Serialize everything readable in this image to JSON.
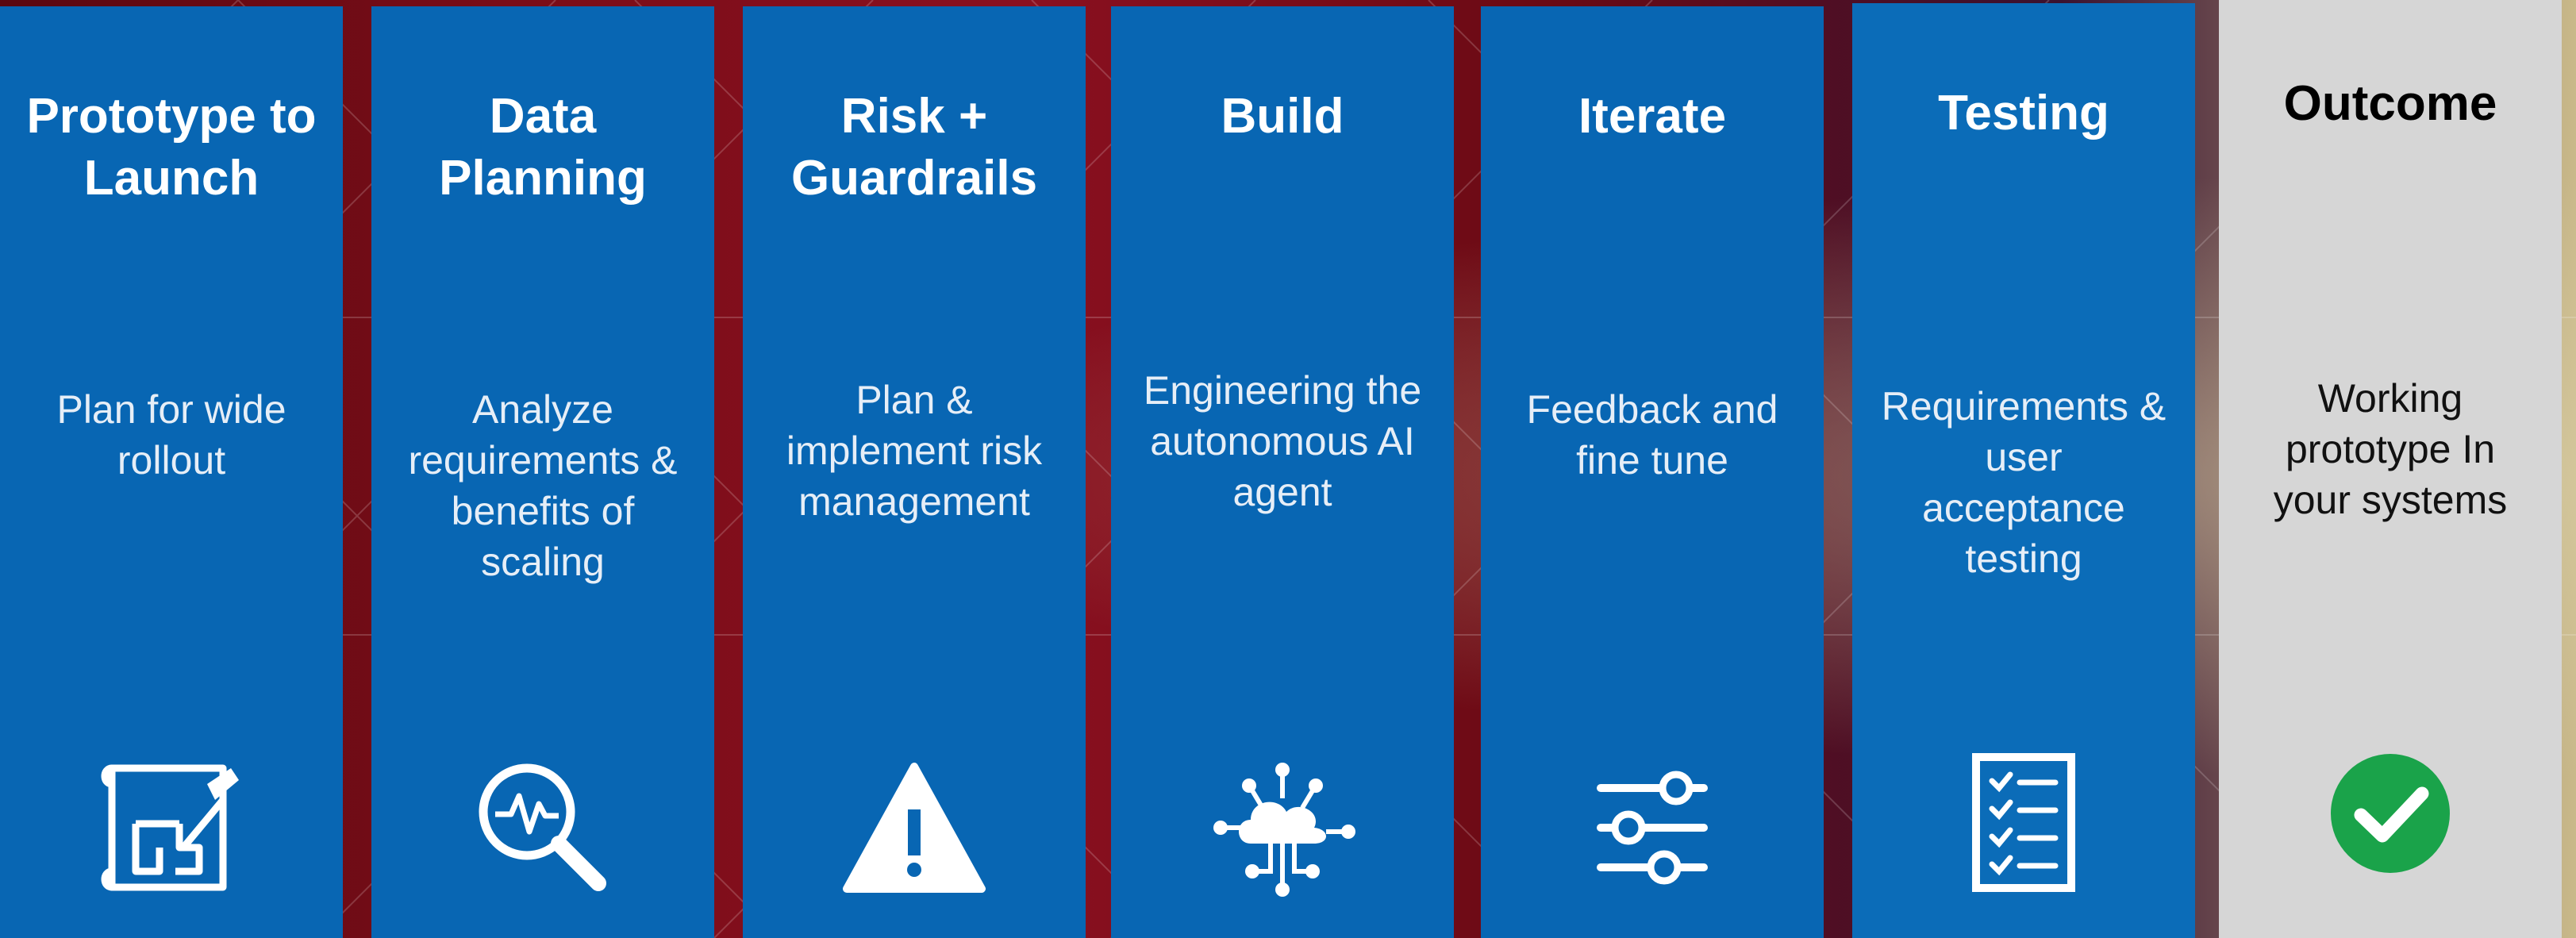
{
  "columns": [
    {
      "title": "Prototype to\nLaunch",
      "description": "Plan for wide\nrollout",
      "icon": "blueprint-icon"
    },
    {
      "title": "Data\nPlanning",
      "description": "Analyze\nrequirements &\nbenefits of\nscaling",
      "icon": "magnifier-pulse-icon"
    },
    {
      "title": "Risk +\nGuardrails",
      "description": "Plan &\nimplement risk\nmanagement",
      "icon": "warning-triangle-icon"
    },
    {
      "title": "Build",
      "description": "Engineering the\nautonomous AI\nagent",
      "icon": "cloud-network-icon"
    },
    {
      "title": "Iterate",
      "description": "Feedback and\nfine tune",
      "icon": "sliders-icon"
    },
    {
      "title": "Testing",
      "description": "Requirements &\nuser\nacceptance\ntesting",
      "icon": "checklist-icon"
    },
    {
      "title": "Outcome",
      "description": "Working\nprototype In\nyour systems",
      "icon": "check-circle-icon"
    }
  ],
  "colors": {
    "column_blue": "#0866b3",
    "outcome_gray": "#d6d6d6",
    "check_green": "#1aa34a",
    "background_red": "#6e0a12"
  }
}
